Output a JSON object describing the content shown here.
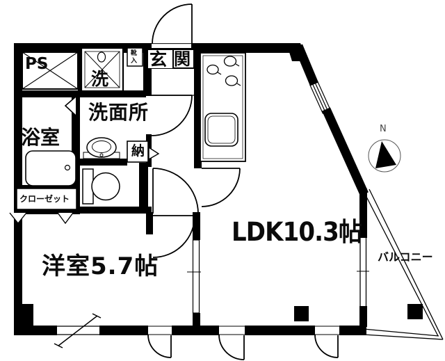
{
  "plan": {
    "background": "#ffffff",
    "wall_color": "#000000",
    "labels": {
      "entrance": "玄関",
      "entrance_char_1": "玄",
      "entrance_char_2": "関",
      "shoe_cabinet": "靴入",
      "pipe_space": "PS",
      "laundry": "洗",
      "washroom": "洗面所",
      "bathroom": "浴室",
      "storage": "納",
      "closet": "クローゼット",
      "western_room": "洋室5.7帖",
      "ldk": "LDK10.3帖",
      "balcony": "バルコニー",
      "compass_north": "N"
    }
  }
}
